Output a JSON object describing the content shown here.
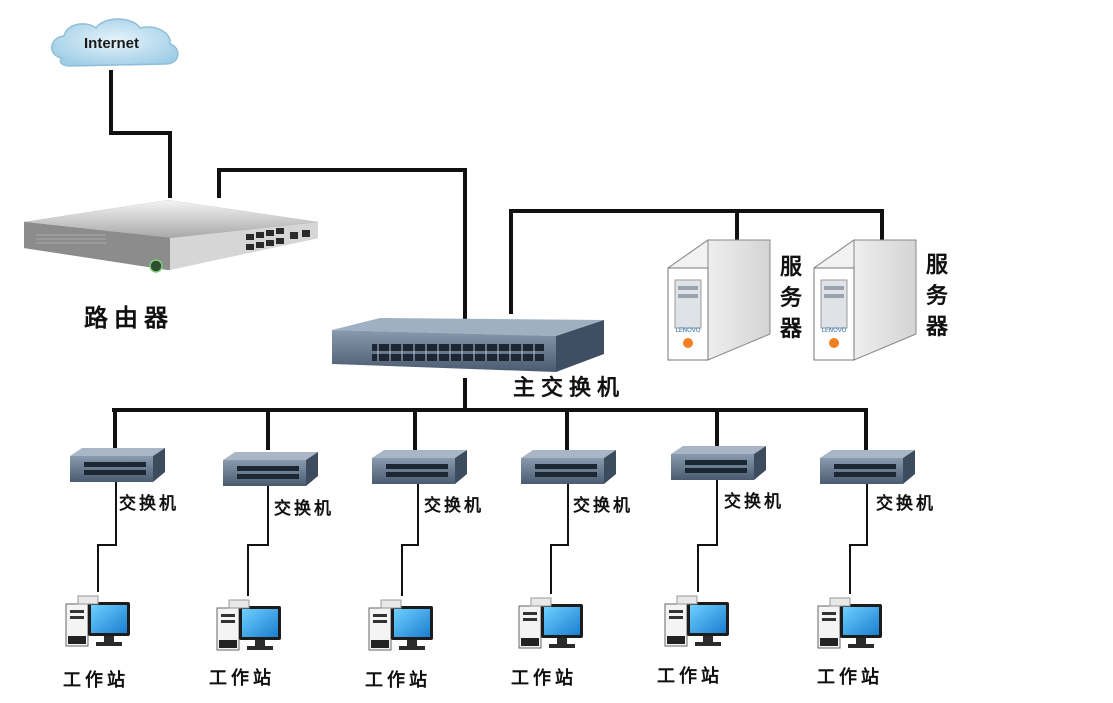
{
  "internet": {
    "label": "Internet"
  },
  "router": {
    "label": "路由器"
  },
  "main_switch": {
    "label": "主交换机"
  },
  "servers": [
    {
      "label": "服务器",
      "brand": "LENOVO"
    },
    {
      "label": "服务器",
      "brand": "LENOVO"
    }
  ],
  "access_switches": [
    {
      "label": "交换机"
    },
    {
      "label": "交换机"
    },
    {
      "label": "交换机"
    },
    {
      "label": "交换机"
    },
    {
      "label": "交换机"
    },
    {
      "label": "交换机"
    }
  ],
  "workstations": [
    {
      "label": "工作站"
    },
    {
      "label": "工作站"
    },
    {
      "label": "工作站"
    },
    {
      "label": "工作站"
    },
    {
      "label": "工作站"
    },
    {
      "label": "工作站"
    }
  ],
  "colors": {
    "cable": "#111111",
    "cloud": "#a9d3ea",
    "device_body": "#5f7186",
    "server_case": "#e9e9e9",
    "monitor_screen": "#2a9be0"
  }
}
